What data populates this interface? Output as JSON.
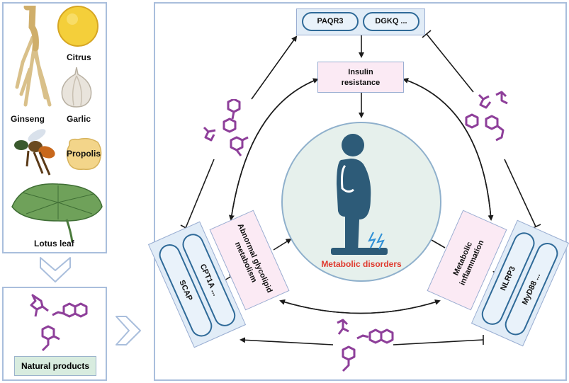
{
  "sources": {
    "ginseng": "Ginseng",
    "citrus": "Citrus",
    "garlic": "Garlic",
    "propolis": "Propolis",
    "lotus": "Lotus leaf"
  },
  "natural_products": "Natural products",
  "nodes": {
    "paqr3": "PAQR3",
    "dgkq": "DGKQ ...",
    "insulin_line1": "Insulin",
    "insulin_line2": "resistance",
    "center_label": "Metabolic disorders",
    "abnormal_line1": "Abnormal glycolipid",
    "abnormal_line2": "metabolism",
    "inflam_line1": "Metabolic",
    "inflam_line2": "inflammation",
    "scap": "SCAP",
    "cpt1a": "CPT1A ...",
    "myd88": "MyD88 ...",
    "nlrp3": "NLRP3"
  },
  "colors": {
    "panel_border": "#a9bedc",
    "molecule": "#8e3f9a",
    "center_fill": "#e6f0ec",
    "person": "#2d5b78",
    "center_text": "#e03a2e",
    "box_fill": "#fbeaf4",
    "pill_border": "#2f6a98"
  }
}
